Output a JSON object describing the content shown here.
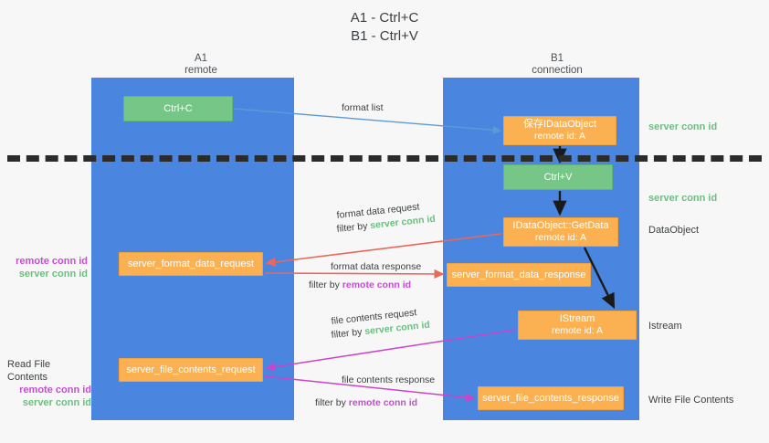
{
  "title": {
    "line1": "A1 - Ctrl+C",
    "line2": "B1 - Ctrl+V"
  },
  "columns": [
    {
      "name": "A1",
      "role": "remote"
    },
    {
      "name": "B1",
      "role": "connection"
    }
  ],
  "nodes": {
    "ctrl_c": {
      "label": "Ctrl+C",
      "color": "#76c787"
    },
    "idataobject": {
      "line1": "保存IDataObject",
      "line2": "remote id: A",
      "color": "#fbb151"
    },
    "ctrl_v": {
      "label": "Ctrl+V",
      "color": "#76c787"
    },
    "getdata": {
      "line1": "IDataObject::GetData",
      "line2": "remote id: A",
      "color": "#fbb151"
    },
    "server_format_data_request": {
      "label": "server_format_data_request",
      "color": "#fbb151"
    },
    "server_format_data_response": {
      "label": "server_format_data_response",
      "color": "#fbb151"
    },
    "istream": {
      "line1": "IStream",
      "line2": "remote id: A",
      "color": "#fbb151"
    },
    "server_file_contents_request": {
      "label": "server_file_contents_request",
      "color": "#fbb151"
    },
    "server_file_contents_response": {
      "label": "server_file_contents_response",
      "color": "#fbb151"
    }
  },
  "annotations": {
    "format_list": "format list",
    "format_data_request": "format data request",
    "format_data_request_filter_prefix": "filter by ",
    "format_data_request_filter_key": "server conn id",
    "format_data_response": "format data response",
    "format_data_response_filter_prefix": "filter by ",
    "format_data_response_filter_key": "remote conn id",
    "file_contents_request": "file contents request",
    "file_contents_request_filter_prefix": "filter by ",
    "file_contents_request_filter_key": "server conn id",
    "file_contents_response": "file contents response",
    "file_contents_response_filter_prefix": "filter by ",
    "file_contents_response_filter_key": "remote conn id"
  },
  "side_labels": {
    "server_conn_id_top": "server conn id",
    "server_conn_id_mid": "server conn id",
    "dataobject": "DataObject",
    "istream": "Istream",
    "write_file_contents": "Write File Contents",
    "read_file_contents": "Read File Contents",
    "remote_conn_id": "remote conn id",
    "server_conn_id": "server conn id"
  },
  "colors": {
    "lane": "#4a86e0",
    "green_key": "#6bbf7f",
    "magenta_key": "#c34fd0",
    "orange_node": "#fbb151",
    "green_node": "#76c787",
    "arrow_blue": "#5b9bd5",
    "arrow_red": "#e8685a",
    "arrow_magenta": "#cc44c8",
    "arrow_dark": "#1a1a1a",
    "divider": "#2b2b2b",
    "background": "#f7f7f7"
  }
}
